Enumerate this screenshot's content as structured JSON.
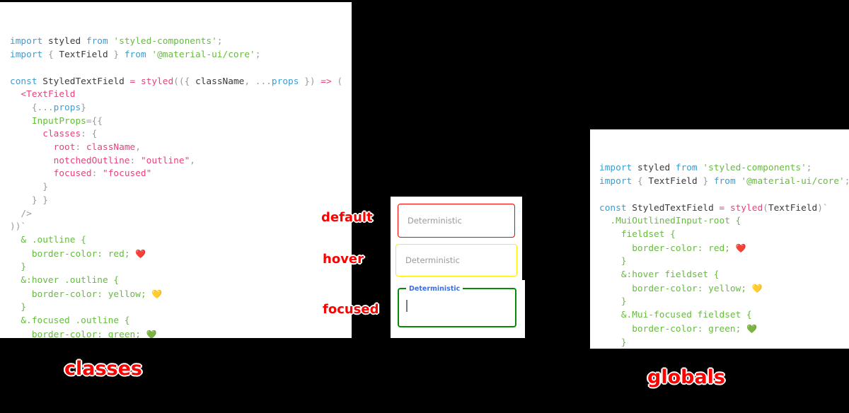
{
  "background_color": "#000000",
  "panels": {
    "classes_code": {
      "title_label": "classes",
      "lines": [
        [
          {
            "t": "import ",
            "c": "kw"
          },
          {
            "t": "styled ",
            "c": "ident"
          },
          {
            "t": "from ",
            "c": "kw"
          },
          {
            "t": "'styled-components'",
            "c": "str"
          },
          {
            "t": ";",
            "c": "punct"
          }
        ],
        [
          {
            "t": "import ",
            "c": "kw"
          },
          {
            "t": "{ ",
            "c": "punct"
          },
          {
            "t": "TextField",
            "c": "ident"
          },
          {
            "t": " } ",
            "c": "punct"
          },
          {
            "t": "from ",
            "c": "kw"
          },
          {
            "t": "'@material-ui/core'",
            "c": "str"
          },
          {
            "t": ";",
            "c": "punct"
          }
        ],
        [],
        [
          {
            "t": "const ",
            "c": "kw"
          },
          {
            "t": "StyledTextField ",
            "c": "ident"
          },
          {
            "t": "= ",
            "c": "op"
          },
          {
            "t": "styled",
            "c": "pink"
          },
          {
            "t": "((",
            "c": "punct"
          },
          {
            "t": "{ ",
            "c": "punct"
          },
          {
            "t": "className",
            "c": "ident"
          },
          {
            "t": ", ",
            "c": "punct"
          },
          {
            "t": "...",
            "c": "punct"
          },
          {
            "t": "props",
            "c": "blue"
          },
          {
            "t": " })",
            "c": "punct"
          },
          {
            "t": " =>",
            "c": "op"
          },
          {
            "t": " (",
            "c": "punct"
          }
        ],
        [
          {
            "t": "  ",
            "c": "punct"
          },
          {
            "t": "<TextField",
            "c": "pink"
          }
        ],
        [
          {
            "t": "    {...",
            "c": "punct"
          },
          {
            "t": "props",
            "c": "blue"
          },
          {
            "t": "}",
            "c": "punct"
          }
        ],
        [
          {
            "t": "    ",
            "c": "punct"
          },
          {
            "t": "InputProps",
            "c": "green"
          },
          {
            "t": "={{",
            "c": "punct"
          }
        ],
        [
          {
            "t": "      ",
            "c": "punct"
          },
          {
            "t": "classes",
            "c": "pink"
          },
          {
            "t": ": {",
            "c": "punct"
          }
        ],
        [
          {
            "t": "        ",
            "c": "punct"
          },
          {
            "t": "root",
            "c": "pink"
          },
          {
            "t": ": ",
            "c": "punct"
          },
          {
            "t": "className",
            "c": "pink"
          },
          {
            "t": ",",
            "c": "punct"
          }
        ],
        [
          {
            "t": "        ",
            "c": "punct"
          },
          {
            "t": "notchedOutline",
            "c": "pink"
          },
          {
            "t": ": ",
            "c": "punct"
          },
          {
            "t": "\"outline\"",
            "c": "pink"
          },
          {
            "t": ",",
            "c": "punct"
          }
        ],
        [
          {
            "t": "        ",
            "c": "punct"
          },
          {
            "t": "focused",
            "c": "pink"
          },
          {
            "t": ": ",
            "c": "punct"
          },
          {
            "t": "\"focused\"",
            "c": "pink"
          }
        ],
        [
          {
            "t": "      }",
            "c": "punct"
          }
        ],
        [
          {
            "t": "    } }",
            "c": "punct"
          }
        ],
        [
          {
            "t": "  />",
            "c": "punct"
          }
        ],
        [
          {
            "t": "))`",
            "c": "punct"
          }
        ],
        [
          {
            "t": "  & .outline {",
            "c": "sel"
          }
        ],
        [
          {
            "t": "    border-color",
            "c": "sel"
          },
          {
            "t": ": ",
            "c": "sel"
          },
          {
            "t": "red",
            "c": "sel"
          },
          {
            "t": "; ",
            "c": "sel"
          },
          {
            "t": "❤️",
            "c": "emoji"
          }
        ],
        [
          {
            "t": "  }",
            "c": "sel"
          }
        ],
        [
          {
            "t": "  &:hover .outline {",
            "c": "sel"
          }
        ],
        [
          {
            "t": "    border-color",
            "c": "sel"
          },
          {
            "t": ": ",
            "c": "sel"
          },
          {
            "t": "yellow",
            "c": "sel"
          },
          {
            "t": "; ",
            "c": "sel"
          },
          {
            "t": "💛",
            "c": "emoji"
          }
        ],
        [
          {
            "t": "  }",
            "c": "sel"
          }
        ],
        [
          {
            "t": "  &.focused .outline {",
            "c": "sel"
          }
        ],
        [
          {
            "t": "    border-color",
            "c": "sel"
          },
          {
            "t": ": ",
            "c": "sel"
          },
          {
            "t": "green",
            "c": "sel"
          },
          {
            "t": "; ",
            "c": "sel"
          },
          {
            "t": "💚",
            "c": "emoji"
          }
        ],
        [
          {
            "t": "  }",
            "c": "sel"
          }
        ],
        [
          {
            "t": "`;",
            "c": "punct"
          }
        ]
      ]
    },
    "globals_code": {
      "title_label": "globals",
      "lines": [
        [
          {
            "t": "import ",
            "c": "kw"
          },
          {
            "t": "styled ",
            "c": "ident"
          },
          {
            "t": "from ",
            "c": "kw"
          },
          {
            "t": "'styled-components'",
            "c": "str"
          },
          {
            "t": ";",
            "c": "punct"
          }
        ],
        [
          {
            "t": "import ",
            "c": "kw"
          },
          {
            "t": "{ ",
            "c": "punct"
          },
          {
            "t": "TextField",
            "c": "ident"
          },
          {
            "t": " } ",
            "c": "punct"
          },
          {
            "t": "from ",
            "c": "kw"
          },
          {
            "t": "'@material-ui/core'",
            "c": "str"
          },
          {
            "t": ";",
            "c": "punct"
          }
        ],
        [],
        [
          {
            "t": "const ",
            "c": "kw"
          },
          {
            "t": "StyledTextField ",
            "c": "ident"
          },
          {
            "t": "= ",
            "c": "op"
          },
          {
            "t": "styled",
            "c": "pink"
          },
          {
            "t": "(",
            "c": "punct"
          },
          {
            "t": "TextField",
            "c": "ident"
          },
          {
            "t": ")`",
            "c": "punct"
          }
        ],
        [
          {
            "t": "  .MuiOutlinedInput-root {",
            "c": "sel"
          }
        ],
        [
          {
            "t": "    fieldset {",
            "c": "sel"
          }
        ],
        [
          {
            "t": "      border-color",
            "c": "sel"
          },
          {
            "t": ": ",
            "c": "sel"
          },
          {
            "t": "red",
            "c": "sel"
          },
          {
            "t": "; ",
            "c": "sel"
          },
          {
            "t": "❤️",
            "c": "emoji"
          }
        ],
        [
          {
            "t": "    }",
            "c": "sel"
          }
        ],
        [
          {
            "t": "    &:hover fieldset {",
            "c": "sel"
          }
        ],
        [
          {
            "t": "      border-color",
            "c": "sel"
          },
          {
            "t": ": ",
            "c": "sel"
          },
          {
            "t": "yellow",
            "c": "sel"
          },
          {
            "t": "; ",
            "c": "sel"
          },
          {
            "t": "💛",
            "c": "emoji"
          }
        ],
        [
          {
            "t": "    }",
            "c": "sel"
          }
        ],
        [
          {
            "t": "    &.Mui-focused fieldset {",
            "c": "sel"
          }
        ],
        [
          {
            "t": "      border-color",
            "c": "sel"
          },
          {
            "t": ": ",
            "c": "sel"
          },
          {
            "t": "green",
            "c": "sel"
          },
          {
            "t": "; ",
            "c": "sel"
          },
          {
            "t": "💚",
            "c": "emoji"
          }
        ],
        [
          {
            "t": "    }",
            "c": "sel"
          }
        ],
        [
          {
            "t": "  }",
            "c": "sel"
          }
        ],
        [
          {
            "t": "`;",
            "c": "punct"
          }
        ]
      ]
    }
  },
  "preview": {
    "fields": [
      {
        "state": "default",
        "annotation": "default",
        "placeholder": "Deterministic",
        "value": "",
        "border_color": "#ff0000",
        "floating_label": false
      },
      {
        "state": "hover",
        "annotation": "hover",
        "placeholder": "Deterministic",
        "value": "",
        "border_color": "#ffee00",
        "floating_label": false
      },
      {
        "state": "focused",
        "annotation": "focused",
        "placeholder": "",
        "label": "Deterministic",
        "value": "",
        "border_color": "#088a08",
        "label_color": "#3f6fd8",
        "floating_label": true
      }
    ]
  }
}
